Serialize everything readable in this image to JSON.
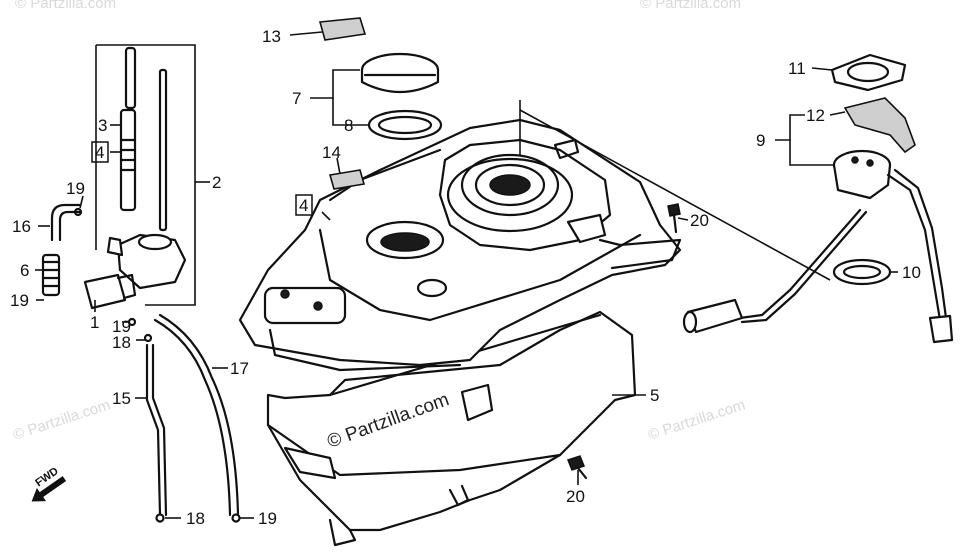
{
  "diagram": {
    "watermark": "© Partzilla.com",
    "direction_label": "FWD",
    "callouts": {
      "c1": "1",
      "c2": "2",
      "c3": "3",
      "c4a": "4",
      "c4b": "4",
      "c5": "5",
      "c6": "6",
      "c7": "7",
      "c8": "8",
      "c9": "9",
      "c10": "10",
      "c11": "11",
      "c12": "12",
      "c13": "13",
      "c14": "14",
      "c15": "15",
      "c16": "16",
      "c17": "17",
      "c18a": "18",
      "c18b": "18",
      "c19a": "19",
      "c19b": "19",
      "c19c": "19",
      "c19d": "19",
      "c20a": "20",
      "c20b": "20"
    }
  }
}
